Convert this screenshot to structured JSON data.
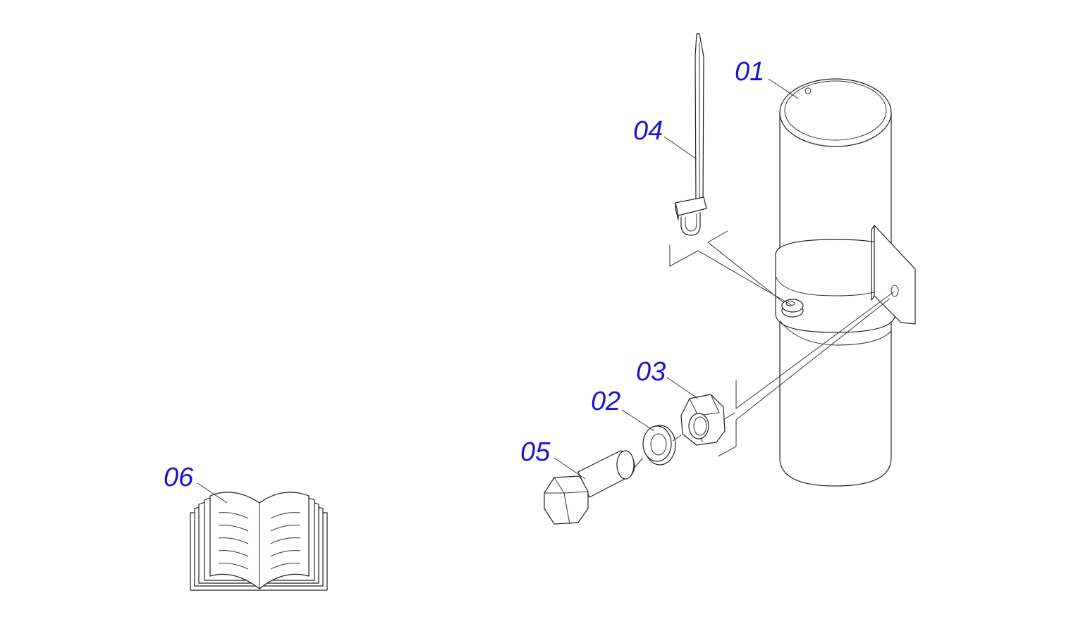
{
  "diagram": {
    "label_color": "#1a13d6",
    "line_color": "#222222",
    "parts": [
      {
        "id": "01",
        "label": "01",
        "icon": "cylinder-post"
      },
      {
        "id": "02",
        "label": "02",
        "icon": "washer"
      },
      {
        "id": "03",
        "label": "03",
        "icon": "hex-nut"
      },
      {
        "id": "04",
        "label": "04",
        "icon": "cable-tie"
      },
      {
        "id": "05",
        "label": "05",
        "icon": "hex-bolt"
      },
      {
        "id": "06",
        "label": "06",
        "icon": "manual-book"
      }
    ]
  }
}
